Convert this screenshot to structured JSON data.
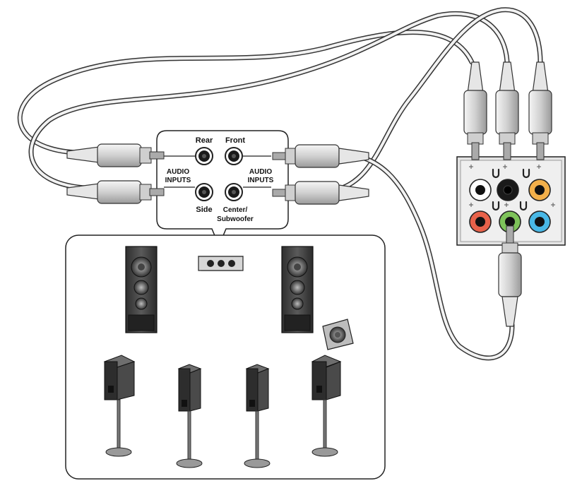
{
  "splitter_labels": {
    "rear": "Rear",
    "front": "Front",
    "side": "Side",
    "center_line1": "Center/",
    "center_line2": "Subwoofer",
    "audio_inputs_left_line1": "AUDIO",
    "audio_inputs_left_line2": "INPUTS",
    "audio_inputs_right_line1": "AUDIO",
    "audio_inputs_right_line2": "INPUTS"
  },
  "jack_panel": {
    "jack_colors": {
      "white": "#ffffff",
      "black": "#1a1a1a",
      "orange": "#f3b04a",
      "red": "#e8624a",
      "green": "#7ec35a",
      "blue": "#49b8e6"
    }
  },
  "colors": {
    "cable": "#4a4a4a",
    "cable_fill": "#f2f2f2",
    "plug_body": "#d9d9d9",
    "outline": "#222222",
    "speaker_dark": "#3a3a3a",
    "speaker_mid": "#7a7a7a"
  }
}
